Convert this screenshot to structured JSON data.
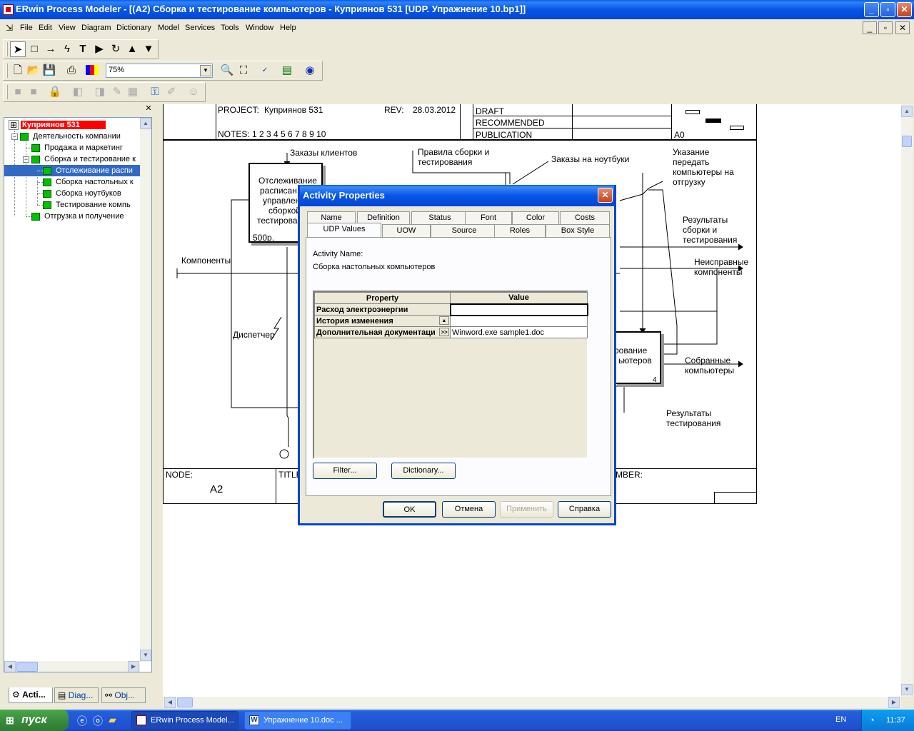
{
  "window": {
    "title": "ERwin Process Modeler - [(A2) Сборка и тестирование  компьютеров - Куприянов 531  [UDP. Упражнение 10.bp1]]",
    "buttons": {
      "minimize": "_",
      "maximize": "▫",
      "close": "✕"
    }
  },
  "menu": [
    "File",
    "Edit",
    "View",
    "Diagram",
    "Dictionary",
    "Model",
    "Services",
    "Tools",
    "Window",
    "Help"
  ],
  "toolbar": {
    "zoom": "75%"
  },
  "tree": {
    "root": "Куприянов 531",
    "items": [
      {
        "label": "Деятельность компании",
        "level": 1
      },
      {
        "label": "Продажа и маркетинг",
        "level": 2
      },
      {
        "label": "Сборка и тестирование  к",
        "level": 2
      },
      {
        "label": "Отслеживание  распи",
        "level": 3,
        "selected": true
      },
      {
        "label": "Сборка  настольных  к",
        "level": 3
      },
      {
        "label": "Сборка  ноутбуков",
        "level": 3
      },
      {
        "label": "Тестирование  компь",
        "level": 3
      },
      {
        "label": "Отгрузка и  получение",
        "level": 2
      }
    ],
    "tabs": [
      "Acti...",
      "Diag...",
      "Obj..."
    ]
  },
  "diagram": {
    "header": {
      "project_label": "PROJECT:",
      "project": "Куприянов 531",
      "rev_label": "REV:",
      "rev": "28.03.2012",
      "notes": "NOTES:  1  2  3  4  5  6  7  8  9  10",
      "draft": "DRAFT",
      "recommended": "RECOMMENDED",
      "publication": "PUBLICATION",
      "context": "A0"
    },
    "box1": {
      "lines": [
        "Отслеживание",
        "расписан",
        "управлен",
        "сборкой",
        "тестирова"
      ],
      "cost": "500р."
    },
    "box4": {
      "lines": [
        "рование",
        "ьютеров"
      ],
      "number": "4"
    },
    "labels": {
      "orders": "Заказы клиентов",
      "rules": "Правила сборки и\nтестирования",
      "laptop_orders": "Заказы на ноутбуки",
      "instruction": "Указание\nпередать\nкомпьютеры на\nотгрузку",
      "results": "Результаты\nсборки и\nтестирования",
      "faulty": "Неисправные\nкомпоненты",
      "components": "Компоненты",
      "dispatcher": "Диспетчер",
      "assembled": "Собранные\nкомпьютеры",
      "test_results": "Результаты\nтестирования"
    },
    "footer": {
      "node_label": "NODE:",
      "node": "A2",
      "title_label": "TITLE",
      "number_label": "MBER:"
    }
  },
  "dialog": {
    "title": "Activity Properties",
    "tabs_row1": [
      "Name",
      "Definition",
      "Status",
      "Font",
      "Color",
      "Costs"
    ],
    "tabs_row2": [
      "UDP Values",
      "UOW",
      "Source",
      "Roles",
      "Box Style"
    ],
    "activity_name_label": "Activity Name:",
    "activity_name": "Сборка  настольных  компьютеров",
    "grid": {
      "headers": [
        "Property",
        "Value"
      ],
      "rows": [
        {
          "property": "Расход электроэнергии",
          "value": "",
          "btn": ""
        },
        {
          "property": "История изменения",
          "value": "",
          "btn": "▲"
        },
        {
          "property": "Дополнительная документаци",
          "value": "Winword.exe sample1.doc",
          "btn": ">>"
        }
      ]
    },
    "filter_btn": "Filter...",
    "dictionary_btn": "Dictionary...",
    "ok": "OK",
    "cancel": "Отмена",
    "apply": "Применить",
    "help": "Справка"
  },
  "taskbar": {
    "start": "пуск",
    "tasks": [
      "ERwin Process Model...",
      "Упражнение 10.doc ..."
    ],
    "lang": "EN",
    "time": "11:37"
  }
}
